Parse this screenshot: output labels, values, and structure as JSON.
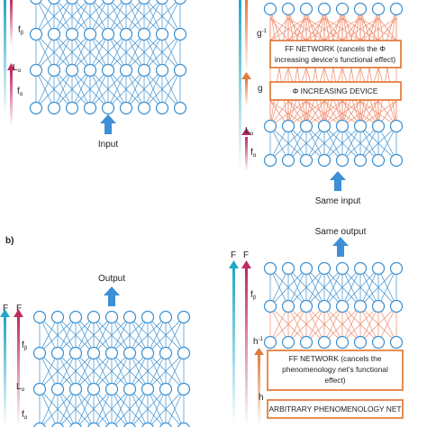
{
  "panel_b_label": "b)",
  "top_left": {
    "input_label": "Input",
    "f_beta": "f",
    "f_beta_sub": "β",
    "l_alpha": "L",
    "l_alpha_sub": "α",
    "f_alpha": "f",
    "f_alpha_sub": "α"
  },
  "top_right": {
    "g_inv": "g",
    "g_inv_sup": "-1",
    "g": "g",
    "l_alpha": "L",
    "l_alpha_sub": "α",
    "f_alpha": "f",
    "f_alpha_sub": "α",
    "ff_box_line1": "FF NETWORK (cancels the Φ",
    "ff_box_line2": "increasing device’s functional effect)",
    "phi_box": "Φ INCREASING DEVICE",
    "same_input_label": "Same input"
  },
  "bottom_left": {
    "output_label": "Output",
    "F1": "F",
    "F2": "F",
    "f_beta": "f",
    "f_beta_sub": "β",
    "l_alpha": "L",
    "l_alpha_sub": "α",
    "f_alpha": "f",
    "f_alpha_sub": "α"
  },
  "bottom_right": {
    "same_output_label": "Same output",
    "F1": "F",
    "F2": "F",
    "f_beta": "f",
    "f_beta_sub": "β",
    "h_inv": "h",
    "h_inv_sup": "-1",
    "h": "h",
    "ff_box_line1": "FF NETWORK (cancels the",
    "ff_box_line2": "phenomenology net’s functional",
    "ff_box_line3": "effect)",
    "arb_box": "ARBITRARY PHENOMENOLOGY NET"
  },
  "colors": {
    "blue_net": "#3a8fd0",
    "red_net": "#f08868",
    "arrow_blue": "#3d8fd6",
    "orange_border": "#e0712a",
    "teal": "#22a7c6",
    "magenta": "#c02a63",
    "orange_arrow": "#e07a3a"
  }
}
